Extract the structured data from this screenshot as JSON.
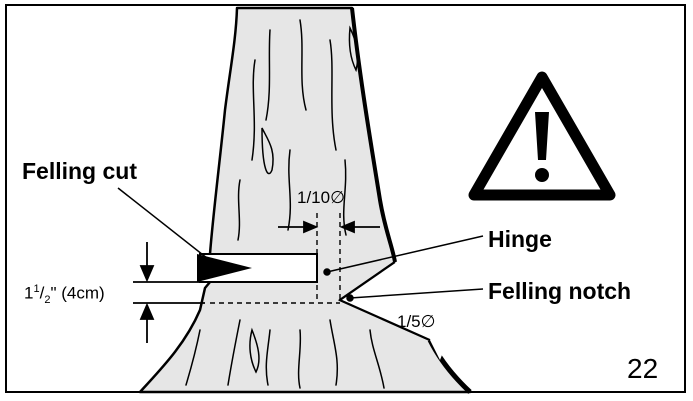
{
  "labels": {
    "felling_cut": "Felling cut",
    "hinge": "Hinge",
    "felling_notch": "Felling notch",
    "hinge_width": "1/10∅",
    "notch_depth": "1/5∅",
    "height_whole": "1",
    "height_num": "1",
    "height_den": "2",
    "height_rest": "\" (4cm)",
    "figure_number": "22"
  },
  "colors": {
    "ink": "#000000",
    "tree_fill": "#e6e6e6",
    "background": "#ffffff"
  },
  "icons": {
    "warning": "warning-triangle-icon"
  }
}
